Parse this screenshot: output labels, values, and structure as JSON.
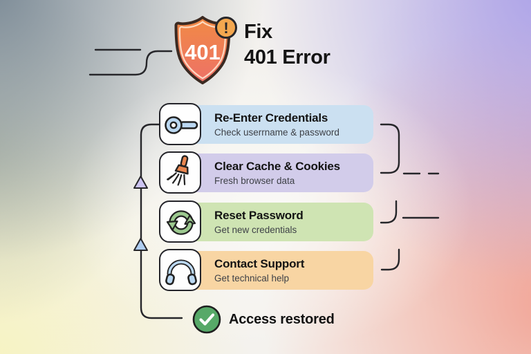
{
  "header": {
    "title_line1": "Fix",
    "title_line2": "401 Error",
    "shield_code": "401",
    "badge_glyph": "!"
  },
  "steps": [
    {
      "title": "Re-Enter Credentials",
      "subtitle": "Check userrname & password",
      "icon": "key-icon",
      "bg": "#CBE0F1"
    },
    {
      "title": "Clear Cache & Cookies",
      "subtitle": "Fresh browser data",
      "icon": "broom-icon",
      "bg": "#D2CCEA"
    },
    {
      "title": "Reset Password",
      "subtitle": "Get new credentials",
      "icon": "reset-icon",
      "bg": "#CFE4B3"
    },
    {
      "title": "Contact Support",
      "subtitle": "Get technical help",
      "icon": "headphones-icon",
      "bg": "#F8D5A3"
    }
  ],
  "result": {
    "label": "Access restored"
  },
  "colors": {
    "line": "#26262a",
    "arrow_upper": "#CCC4F2",
    "arrow_lower": "#AFCDF0",
    "shield_top": "#F08A45",
    "shield_bottom": "#EE7167",
    "badge_fill": "#F3A74F",
    "icon_blue": "#BBD8F2",
    "icon_green": "#9CC98F",
    "icon_orange": "#E8854F",
    "check_green": "#57A968",
    "bg_top_left": "#748491",
    "bg_bottom_left": "#F7F3BE",
    "bg_top_right": "#A89EE8",
    "bg_bottom_right": "#F29E8E"
  }
}
